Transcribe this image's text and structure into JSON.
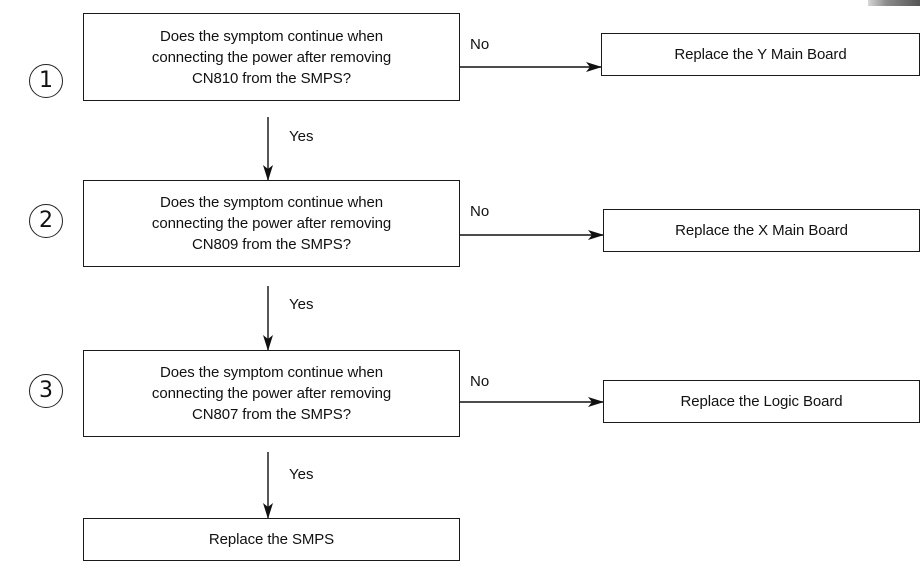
{
  "steps": [
    {
      "number": "1",
      "question": "Does the symptom continue when\nconnecting the power after removing\nCN810 from the SMPS?",
      "no_label": "No",
      "yes_label": "Yes",
      "no_action": "Replace the Y Main Board"
    },
    {
      "number": "2",
      "question": "Does the symptom continue when\nconnecting the power after removing\nCN809 from the SMPS?",
      "no_label": "No",
      "yes_label": "Yes",
      "no_action": "Replace the X Main Board"
    },
    {
      "number": "3",
      "question": "Does the symptom continue when\nconnecting the power after removing\nCN807 from the SMPS?",
      "no_label": "No",
      "yes_label": "Yes",
      "no_action": "Replace the Logic Board"
    }
  ],
  "final_action": "Replace the SMPS"
}
